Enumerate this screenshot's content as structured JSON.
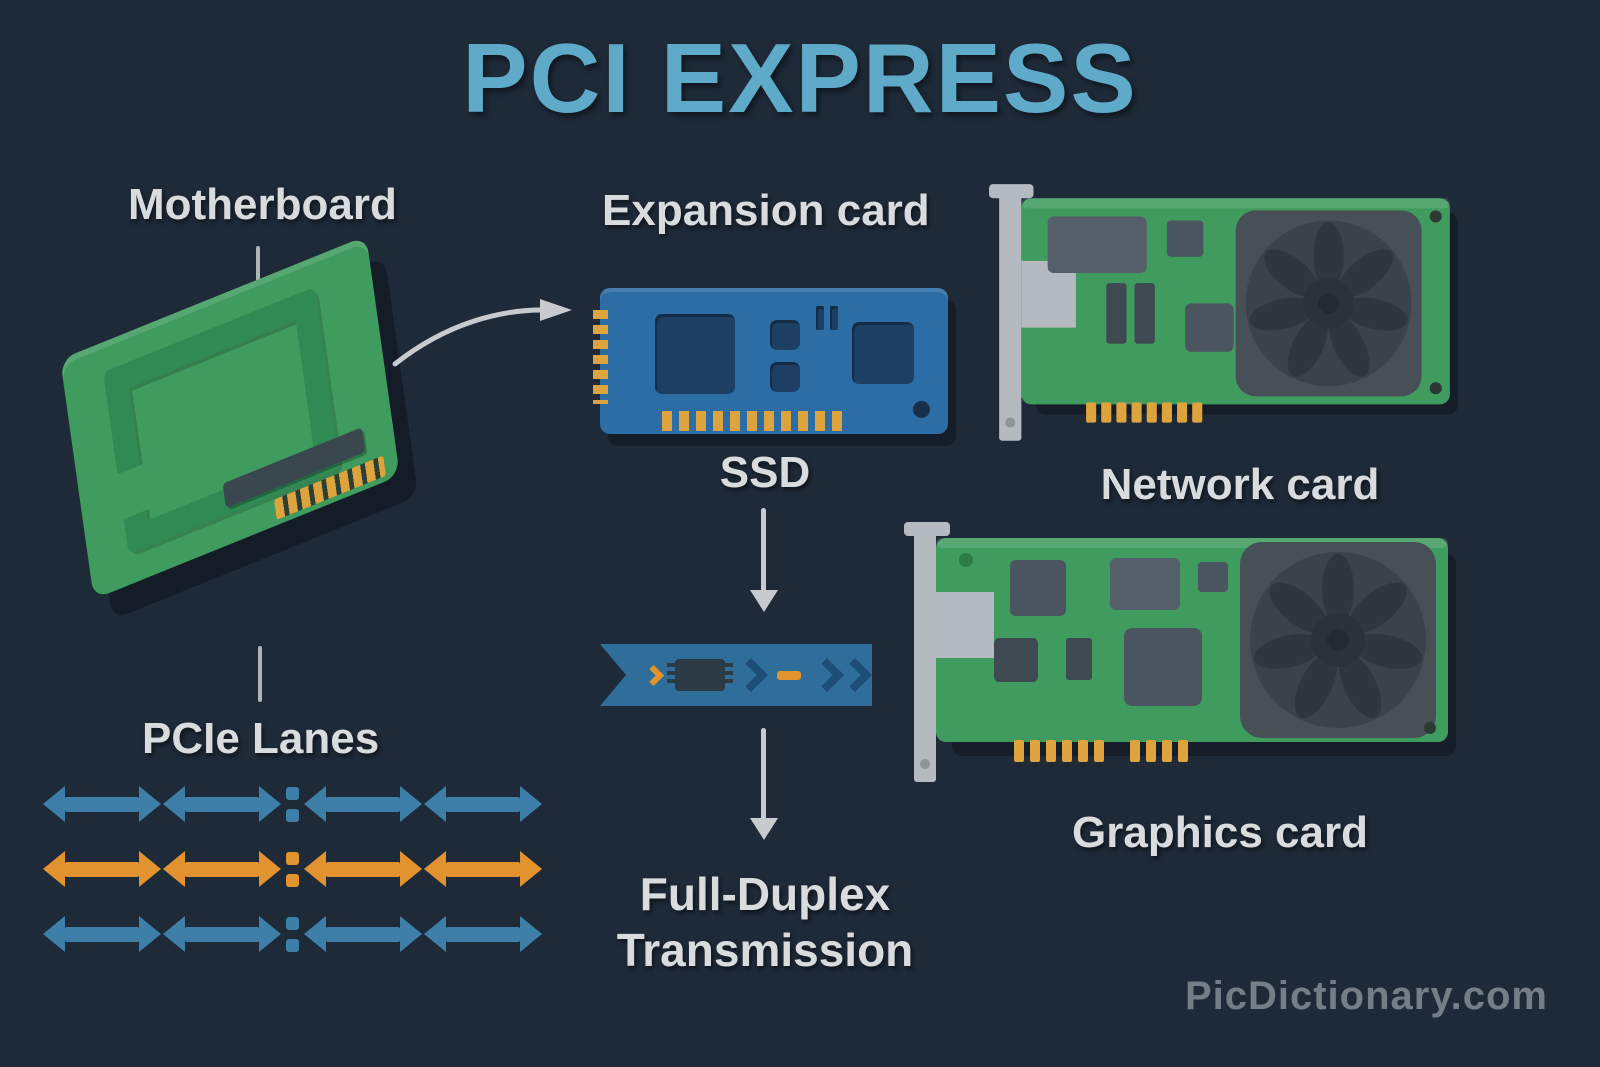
{
  "title": "PCI EXPRESS",
  "nodes": {
    "motherboard_label": "Motherboard",
    "expansion_card_label": "Expansion card",
    "ssd_label": "SSD",
    "network_card_label": "Network card",
    "graphics_card_label": "Graphics card",
    "pcie_lanes_label": "PCIe Lanes",
    "full_duplex_line1": "Full-Duplex",
    "full_duplex_line2": "Transmission"
  },
  "watermark": "PicDictionary.com",
  "icons": {
    "motherboard": "motherboard-illustration",
    "expansion_card": "ssd-expansion-card-illustration",
    "network_card": "network-card-illustration",
    "graphics_card": "graphics-card-illustration",
    "lane_strip": "pcie-lane-strip-illustration",
    "lane_arrows": "bidirectional-arrow-icon",
    "flow_arrows": "arrow-down-icon / arrow-right-icon"
  },
  "lanes": {
    "rows": [
      {
        "color": "blue",
        "arrow_count": 4,
        "separator": "::"
      },
      {
        "color": "orange",
        "arrow_count": 4,
        "separator": "::"
      },
      {
        "color": "blue",
        "arrow_count": 4,
        "separator": "::"
      }
    ]
  },
  "colors": {
    "background": "#1e2a38",
    "title": "#5fa9c9",
    "label_text": "#d9dcdf",
    "arrow_gray": "#c7cbd0",
    "pcb_green": "#3f9b5e",
    "pcb_green_dark": "#2f8a53",
    "card_blue": "#2d6da5",
    "chip_navy": "#1d3f63",
    "gold": "#dda33d",
    "lane_blue": "#3d7fa9",
    "lane_orange": "#e2922e",
    "banner_blue": "#2f6d9b",
    "banner_dark": "#1d4e78",
    "metal_gray": "#b4bac0",
    "chip_gray": "#4b5560",
    "fan_housing": "#474f57",
    "fan_bg": "#3a434b",
    "fan_blade": "#2e363e",
    "watermark": "#9aa1a8"
  }
}
